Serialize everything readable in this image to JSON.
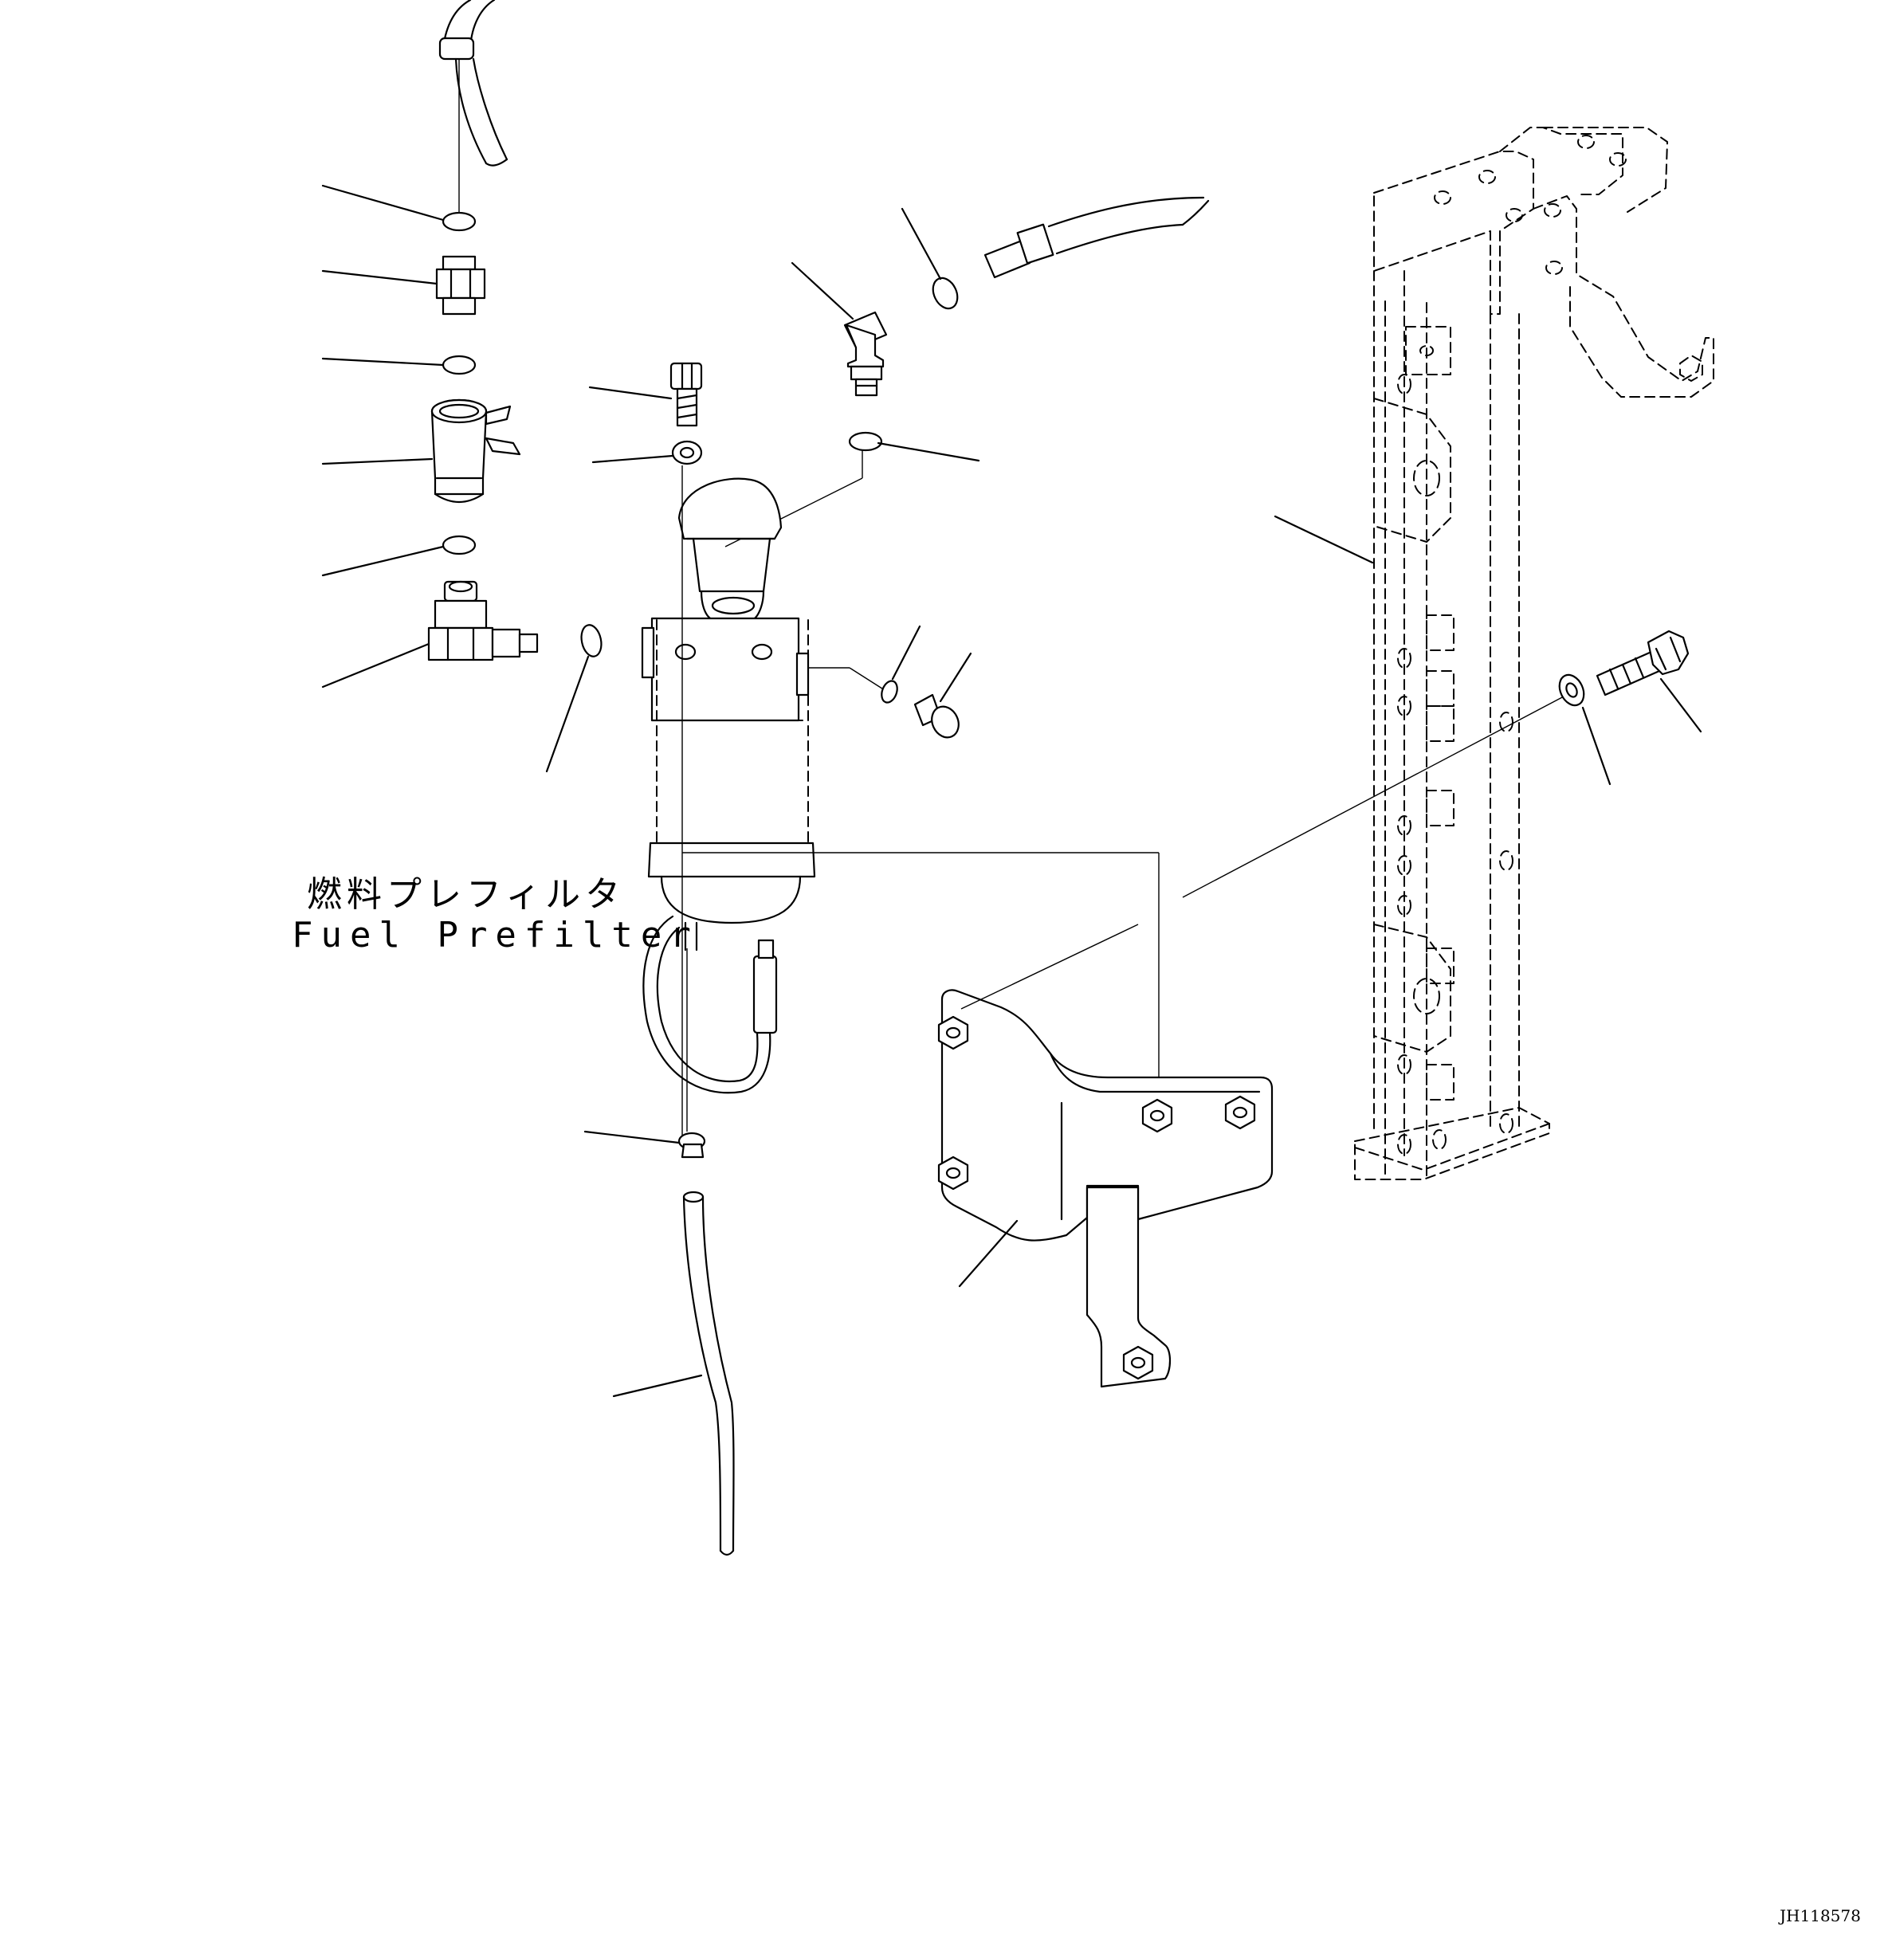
{
  "diagram": {
    "label_jp": "燃料プレフィルタ",
    "label_en": "Fuel Prefilter",
    "drawing_id": "JH118578"
  }
}
